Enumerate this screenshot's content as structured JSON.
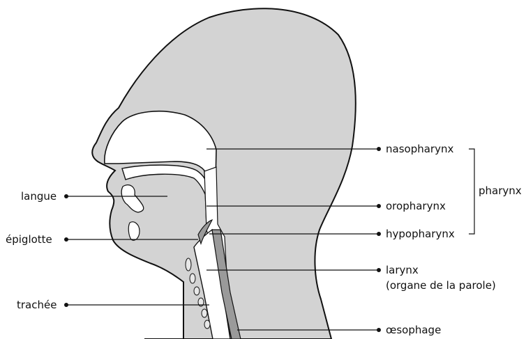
{
  "labels": {
    "nasopharynx": "nasopharynx",
    "oropharynx": "oropharynx",
    "hypopharynx": "hypopharynx",
    "pharynx": "pharynx",
    "langue": "langue",
    "epiglotte": "épiglotte",
    "trachee": "trachée",
    "larynx": "larynx",
    "larynx_sub": "(organe de la parole)",
    "oesophage": "œsophage"
  },
  "colors": {
    "head_fill": "#d3d3d3",
    "cavity_fill": "#ffffff",
    "dark_structure": "#9a9a9a",
    "outline": "#111111"
  }
}
